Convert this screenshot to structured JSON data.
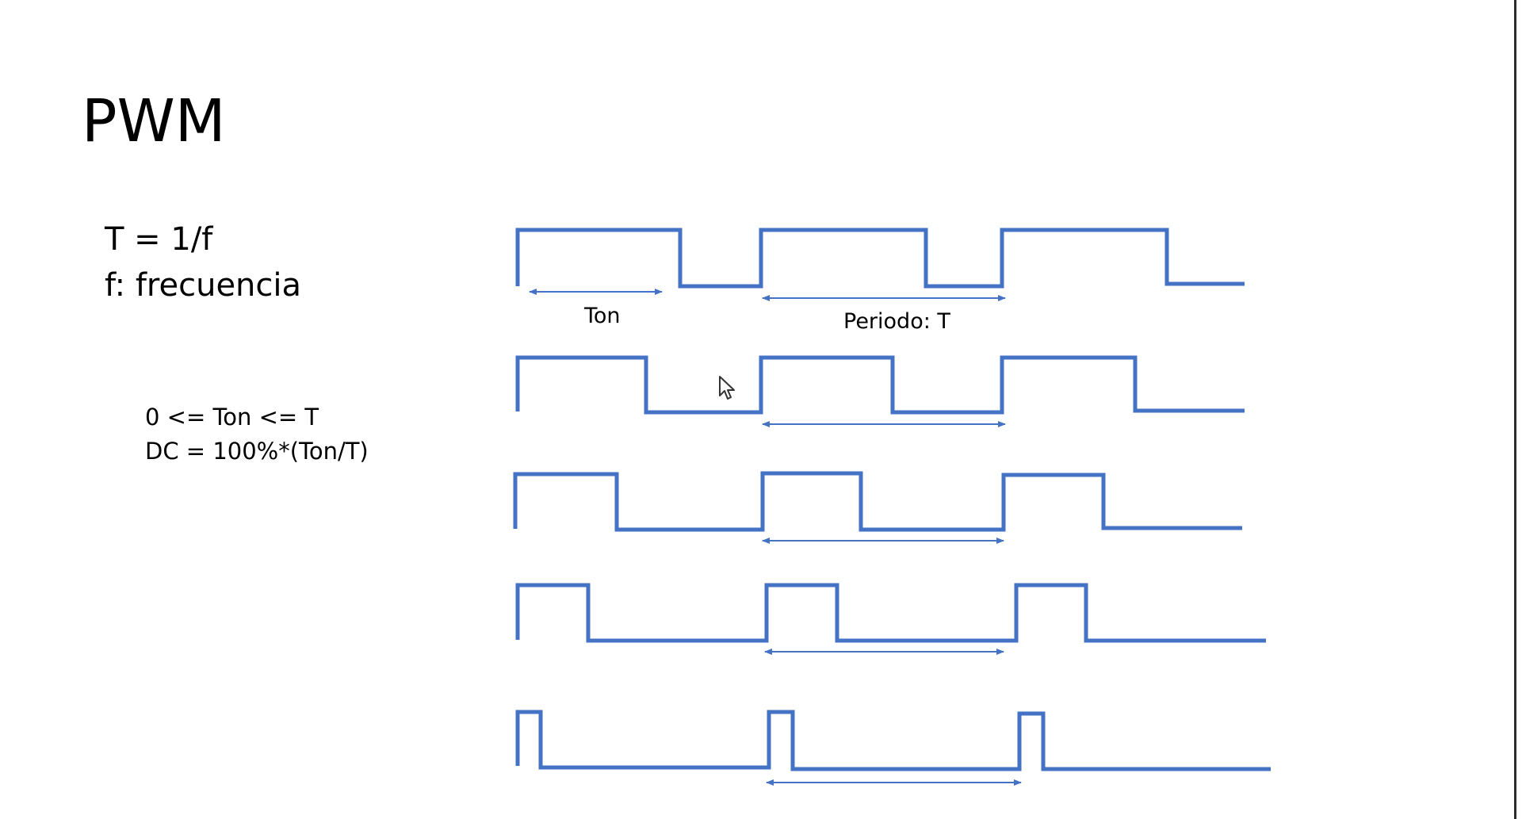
{
  "slide": {
    "title": "PWM",
    "formula_period": "T = 1/f",
    "formula_frequency": "f: frecuencia",
    "constraint": "0 <= Ton <= T",
    "duty_cycle": "DC = 100%*(Ton/T)"
  },
  "labels": {
    "ton": "Ton",
    "period": "Periodo: T"
  },
  "colors": {
    "signal": "#4472c4",
    "text": "#000000",
    "background": "#ffffff"
  },
  "icons": {
    "cursor": "mouse-pointer-icon"
  }
}
